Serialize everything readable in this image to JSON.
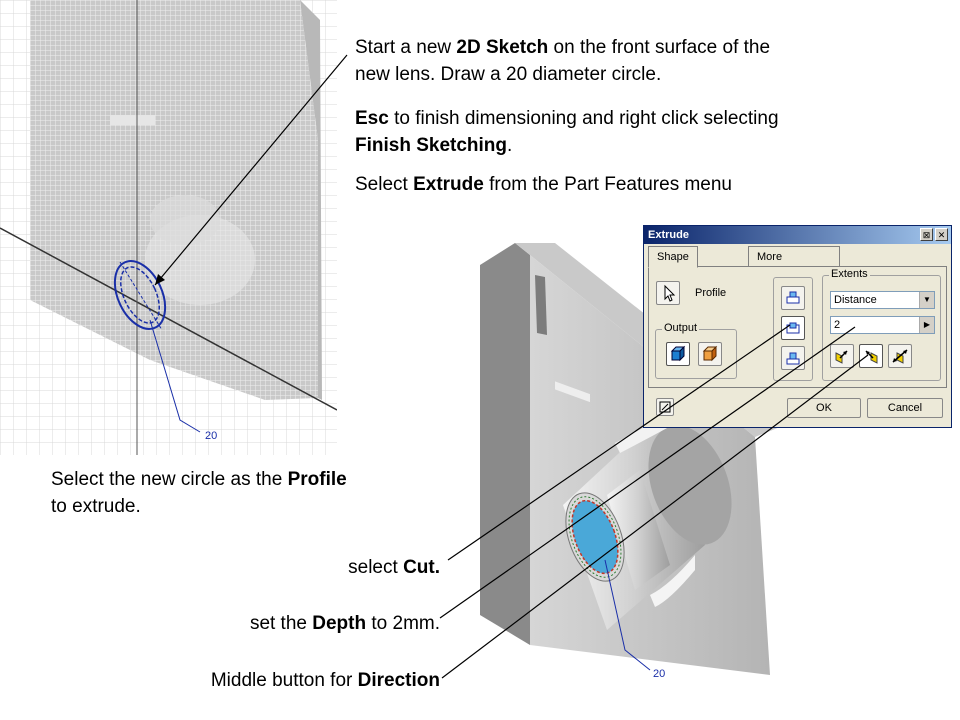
{
  "instructions": {
    "sketch_line1_a": "Start a new ",
    "sketch_line1_b": "2D Sketch",
    "sketch_line1_c": " on the front surface of the",
    "sketch_line2": "new lens. Draw a 20 diameter circle.",
    "esc_b": "Esc",
    "esc_a": " to finish dimensioning and right click selecting",
    "finish_b": "Finish Sketching",
    "finish_c": ".",
    "extrude_a": "Select ",
    "extrude_b": "Extrude",
    "extrude_c": " from the Part Features menu",
    "profile_a": "Select the new circle  as the ",
    "profile_b": "Profile",
    "profile_line2": "to extrude.",
    "cut_a": "select ",
    "cut_b": "Cut.",
    "depth_a": "set the ",
    "depth_b": "Depth",
    "depth_c": " to 2mm.",
    "direction_a": "Middle button for ",
    "direction_b": "Direction"
  },
  "dimensions": {
    "left_dim": "20",
    "right_dim": "20"
  },
  "dialog": {
    "title": "Extrude",
    "tab_shape": "Shape",
    "tab_more": "More",
    "profile_label": "Profile",
    "output_label": "Output",
    "extents_label": "Extents",
    "extents_value": "Distance",
    "distance_value": "2",
    "ok_label": "OK",
    "cancel_label": "Cancel",
    "title_btn1": "⊠",
    "title_btn2": "✕"
  }
}
